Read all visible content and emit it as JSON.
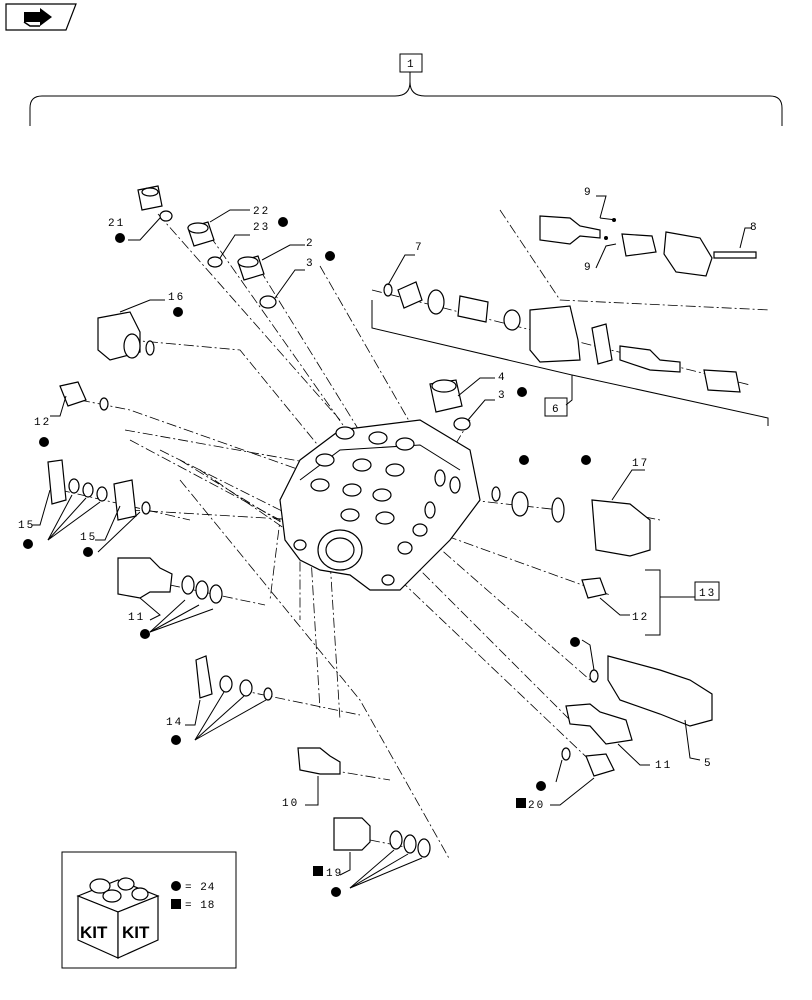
{
  "nav": {
    "icon": "book-arrow-icon"
  },
  "callouts": {
    "c1": "1",
    "c2": "2",
    "c3a": "3",
    "c3b": "3",
    "c4": "4",
    "c5": "5",
    "c6": "6",
    "c7": "7",
    "c8": "8",
    "c9a": "9",
    "c9b": "9",
    "c10": "10",
    "c11a": "11",
    "c11b": "11",
    "c12a": "12",
    "c12b": "12",
    "c13": "13",
    "c14": "14",
    "c15a": "15",
    "c15b": "15",
    "c16": "16",
    "c17": "17",
    "c19": "19",
    "c20": "20",
    "c21": "21",
    "c22": "22",
    "c23": "23"
  },
  "kit": {
    "word1": "KIT",
    "word2": "KIT",
    "circle_label": "= 24",
    "square_label": "= 18"
  },
  "colors": {
    "line": "#000000",
    "background": "#ffffff"
  }
}
